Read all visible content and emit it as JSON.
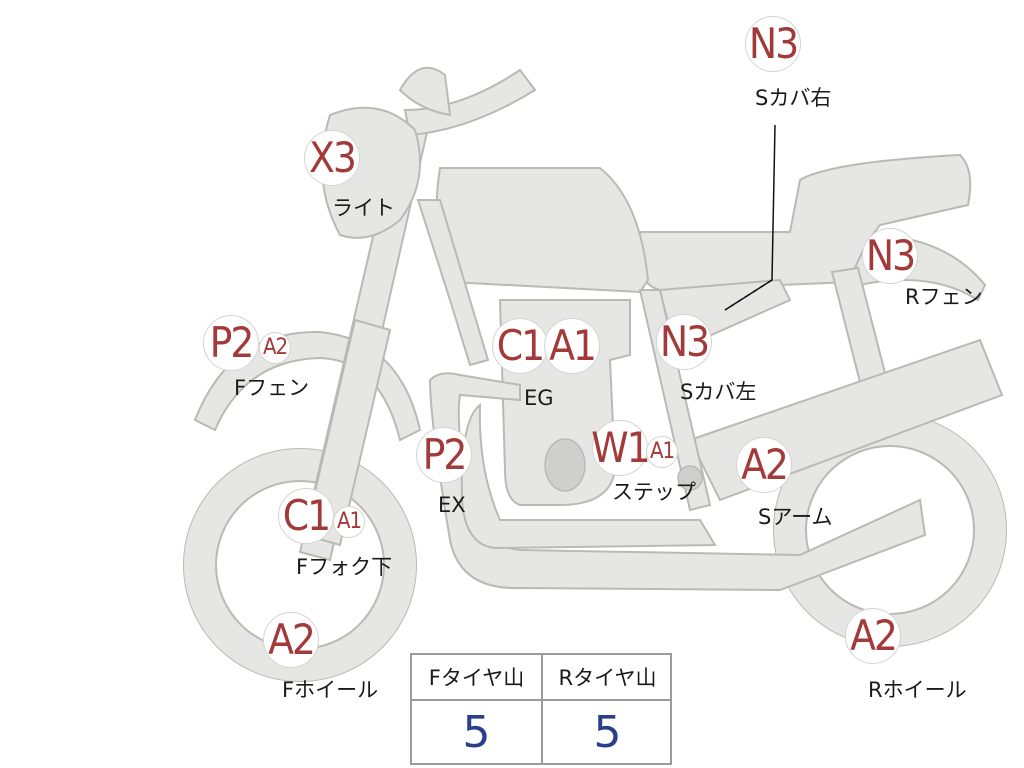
{
  "callouts": [
    {
      "id": "light",
      "codes": [
        {
          "code": "X3",
          "size": "big"
        }
      ],
      "label": "ライト"
    },
    {
      "id": "side-cover-right",
      "codes": [
        {
          "code": "N3",
          "size": "big"
        }
      ],
      "label": "Sカバ右"
    },
    {
      "id": "rear-fender",
      "codes": [
        {
          "code": "N3",
          "size": "big"
        }
      ],
      "label": "Rフェン"
    },
    {
      "id": "front-fender",
      "codes": [
        {
          "code": "P2",
          "size": "big"
        },
        {
          "code": "A2",
          "size": "small"
        }
      ],
      "label": "Fフェン"
    },
    {
      "id": "engine",
      "codes": [
        {
          "code": "C1",
          "size": "big"
        },
        {
          "code": "A1",
          "size": "big"
        }
      ],
      "label": "EG"
    },
    {
      "id": "side-cover-left",
      "codes": [
        {
          "code": "N3",
          "size": "big"
        }
      ],
      "label": "Sカバ左"
    },
    {
      "id": "exhaust",
      "codes": [
        {
          "code": "P2",
          "size": "big"
        }
      ],
      "label": "EX"
    },
    {
      "id": "step",
      "codes": [
        {
          "code": "W1",
          "size": "big"
        },
        {
          "code": "A1",
          "size": "small"
        }
      ],
      "label": "ステップ"
    },
    {
      "id": "swing-arm",
      "codes": [
        {
          "code": "A2",
          "size": "big"
        }
      ],
      "label": "Sアーム"
    },
    {
      "id": "front-fork-lower",
      "codes": [
        {
          "code": "C1",
          "size": "big"
        },
        {
          "code": "A1",
          "size": "small"
        }
      ],
      "label": "Fフォク下"
    },
    {
      "id": "front-wheel",
      "codes": [
        {
          "code": "A2",
          "size": "big"
        }
      ],
      "label": "Fホイール"
    },
    {
      "id": "rear-wheel",
      "codes": [
        {
          "code": "A2",
          "size": "big"
        }
      ],
      "label": "Rホイール"
    }
  ],
  "tire_table": {
    "front": {
      "header": "Fタイヤ山",
      "value": "5"
    },
    "rear": {
      "header": "Rタイヤ山",
      "value": "5"
    }
  },
  "colors": {
    "code_text": "#a33a3a",
    "value_text": "#2a3f8a",
    "part_fill": "#e6e6e4"
  }
}
